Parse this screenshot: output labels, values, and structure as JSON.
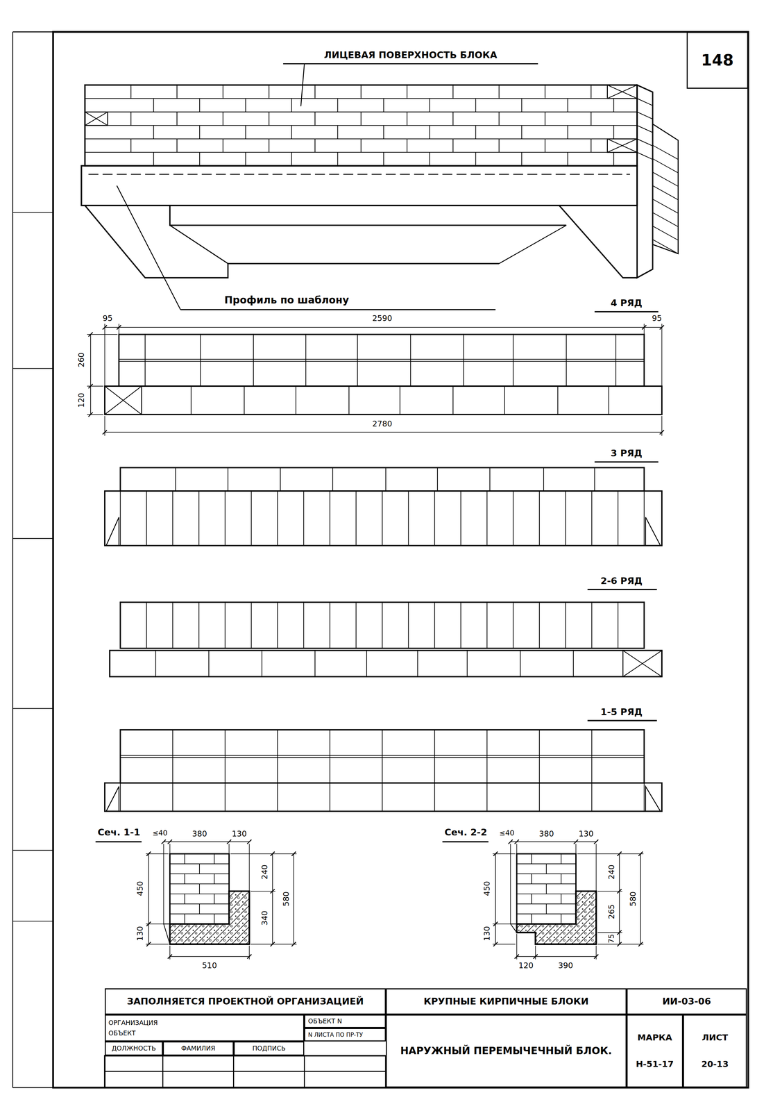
{
  "diagram": {
    "nodes": [
      {
        "text": [
          "148"
        ]
      },
      {
        "text": [
          "ЗАПОЛНЯЕТСЯ ПРОЕКТНОЙ ОРГАНИЗАЦИЕЙ"
        ]
      },
      {
        "text": [
          "КРУПНЫЕ КИРПИЧНЫЕ БЛОКИ"
        ]
      },
      {
        "text": [
          "ИИ-03-06"
        ]
      },
      {
        "text": [
          "ОРГАНИЗАЦИЯ",
          "ОБЪЕКТ"
        ]
      },
      {
        "text": [
          "ОБЪЕКТ N"
        ]
      },
      {
        "text": [
          "N ЛИСТА ПО ПР-ТУ"
        ]
      },
      {
        "text": [
          "ДОЛЖНОСТЬ"
        ]
      },
      {
        "text": [
          "ФАМИЛИЯ"
        ]
      },
      {
        "text": [
          "ПОДПИСЬ"
        ]
      },
      {
        "text": [
          "НАРУЖНЫЙ ПЕРЕМЫЧЕЧНЫЙ БЛОК."
        ]
      },
      {
        "text": [
          "МАРКА",
          "Н-51-17"
        ]
      },
      {
        "text": [
          "ЛИСТ",
          "20-13"
        ]
      }
    ],
    "labels": [
      "ЛИЦЕВАЯ ПОВЕРХНОСТЬ БЛОКА",
      "Профиль по шаблону",
      "4 РЯД",
      "95",
      "2590",
      "95",
      "260",
      "120",
      "2780",
      "3 РЯД",
      "2-6 РЯД",
      "1-5 РЯД",
      "Сеч. 1-1",
      "≤40",
      "380",
      "130",
      "450",
      "130",
      "240",
      "340",
      "580",
      "510",
      "Сеч. 2-2",
      "≤40",
      "380",
      "130",
      "450",
      "130",
      "240",
      "265",
      "580",
      "75",
      "120",
      "390"
    ]
  }
}
